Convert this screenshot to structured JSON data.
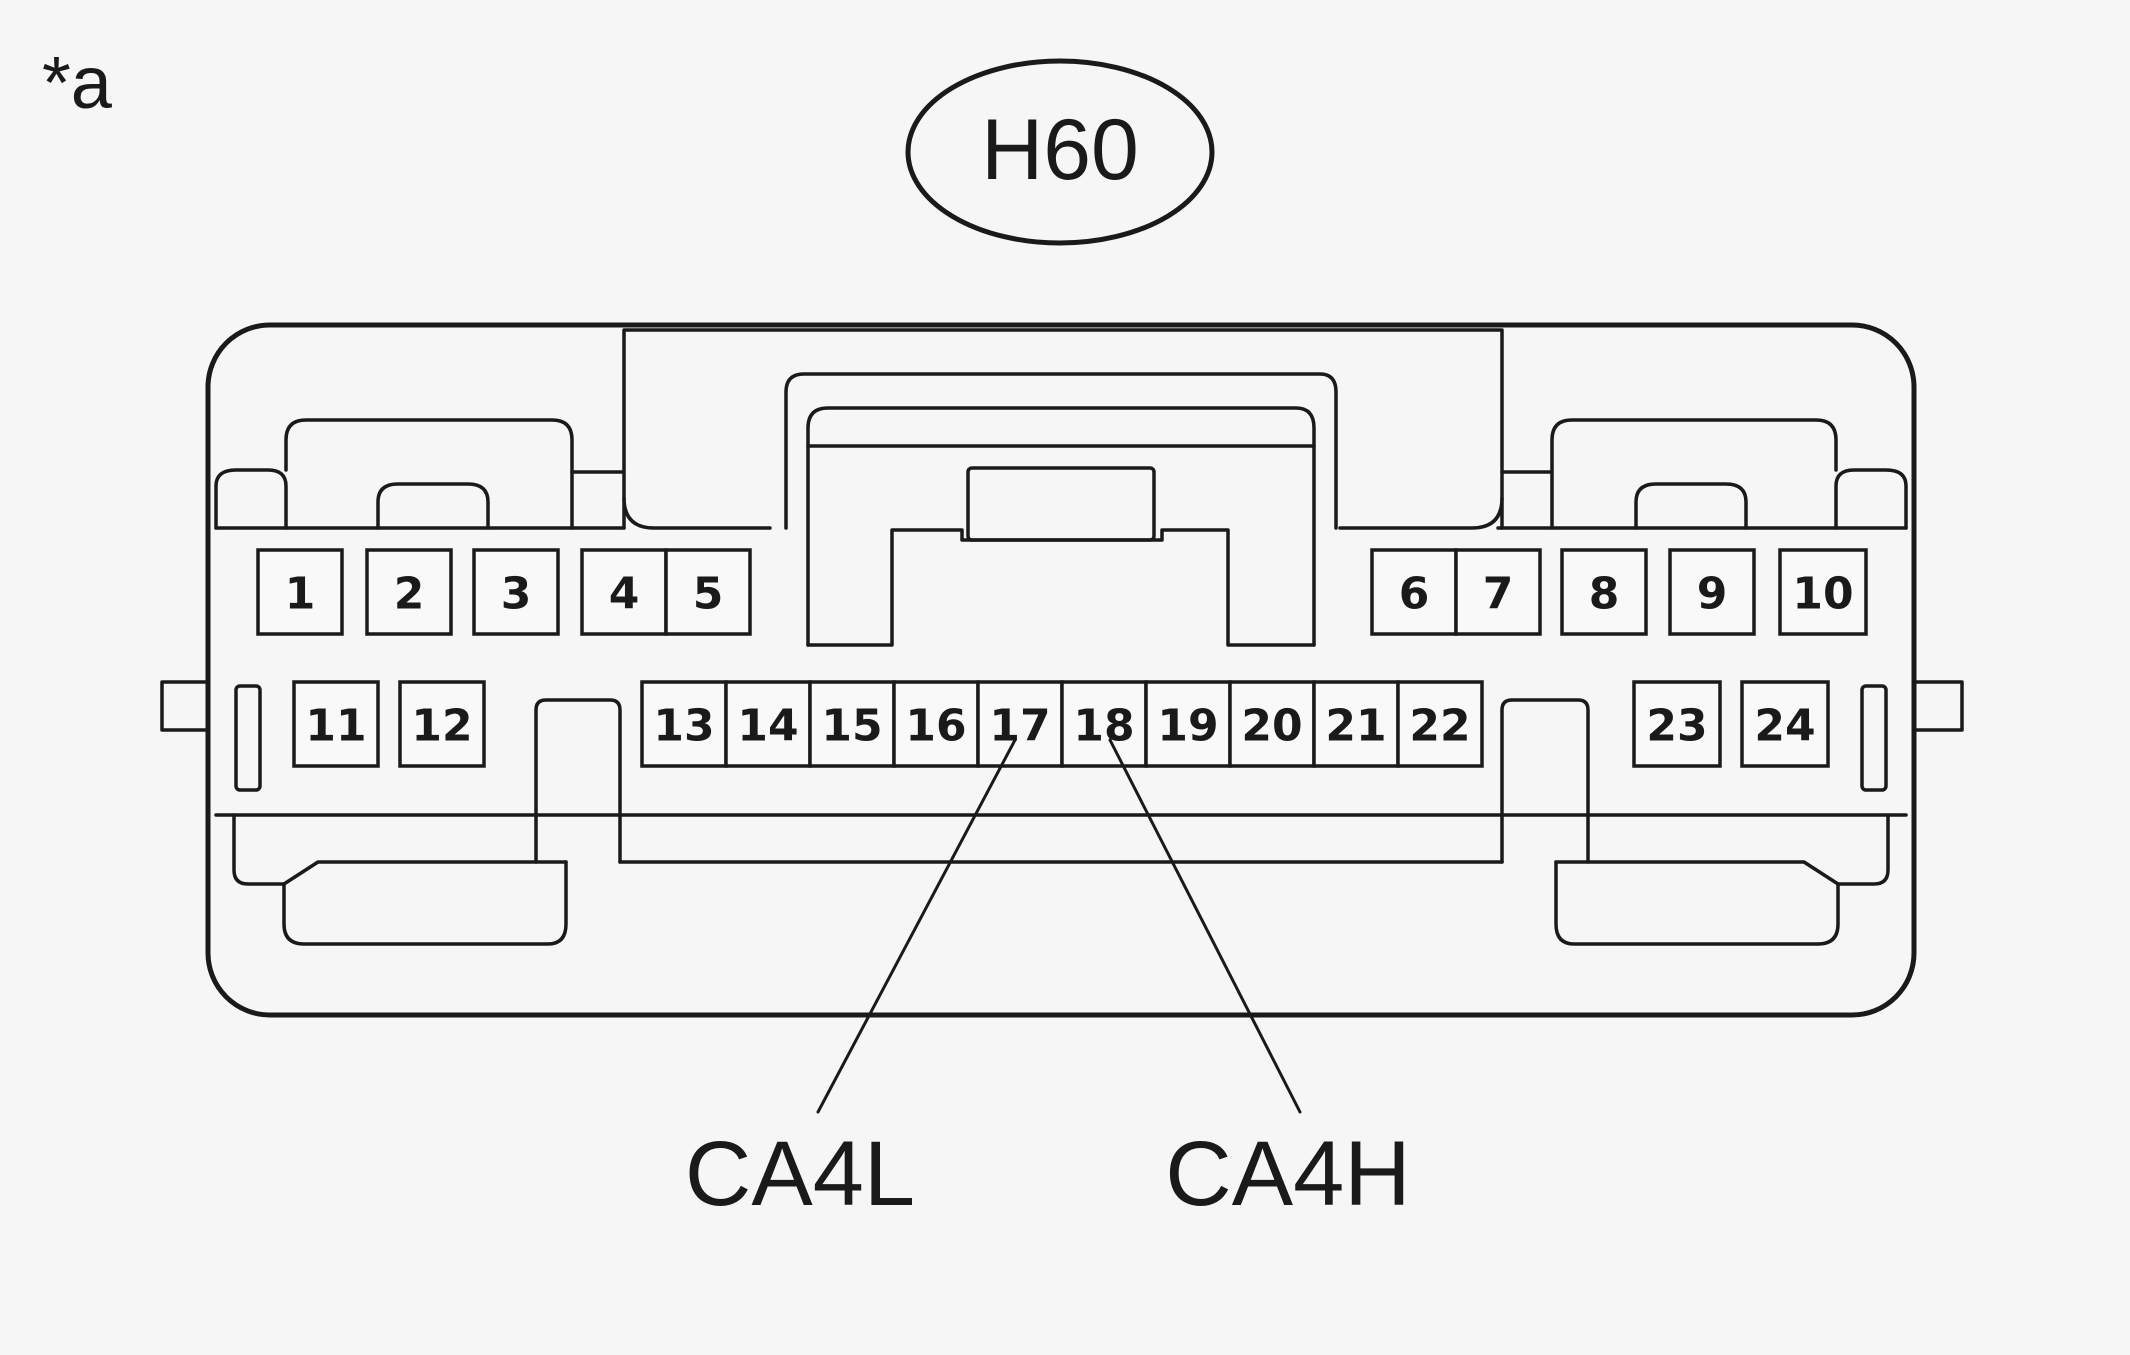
{
  "view_marker": "*a",
  "connector": {
    "id": "H60",
    "pins_row_1": [
      {
        "num": "1"
      },
      {
        "num": "2"
      },
      {
        "num": "3"
      },
      {
        "num": "4"
      },
      {
        "num": "5"
      },
      {
        "num": "6"
      },
      {
        "num": "7"
      },
      {
        "num": "8"
      },
      {
        "num": "9"
      },
      {
        "num": "10"
      }
    ],
    "pins_row_2": [
      {
        "num": "11"
      },
      {
        "num": "12"
      },
      {
        "num": "13"
      },
      {
        "num": "14"
      },
      {
        "num": "15"
      },
      {
        "num": "16"
      },
      {
        "num": "17"
      },
      {
        "num": "18"
      },
      {
        "num": "19"
      },
      {
        "num": "20"
      },
      {
        "num": "21"
      },
      {
        "num": "22"
      },
      {
        "num": "23"
      },
      {
        "num": "24"
      }
    ]
  },
  "callouts": [
    {
      "pin": "17",
      "signal": "CA4L"
    },
    {
      "pin": "18",
      "signal": "CA4H"
    }
  ]
}
